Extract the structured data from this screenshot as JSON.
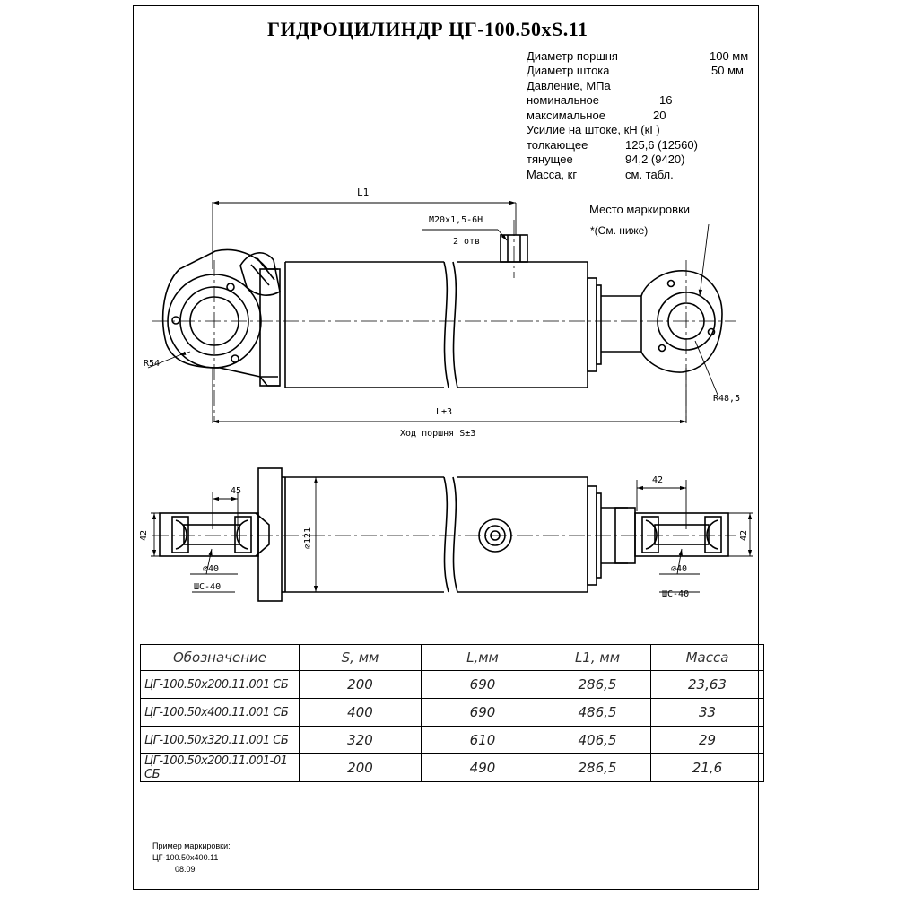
{
  "title": "ГИДРОЦИЛИНДР ЦГ-100.50xS.11",
  "specs": {
    "piston_label": "Диаметр поршня",
    "piston_value": "100 мм",
    "rod_label": "Диаметр штока",
    "rod_value": "50 мм",
    "pressure_label": "Давление, МПа",
    "nominal_label": "номинальное",
    "nominal_value": "16",
    "max_label": "максимальное",
    "max_value": "20",
    "force_label": "Усилие на штоке, кН (кГ)",
    "push_label": "толкающее",
    "push_value": "125,6 (12560)",
    "pull_label": "тянущее",
    "pull_value": "94,2 (9420)",
    "mass_label": "Масса, кг",
    "mass_value": "см. табл."
  },
  "drawing": {
    "l1": "L1",
    "thread": "M20x1,5-6H",
    "holes": "2 отв",
    "marking_place": "Место маркировки",
    "marking_note": "*(См. ниже)",
    "r54": "R54",
    "r48": "R48,5",
    "l_tol": "L±3",
    "stroke": "Ход поршня S±3",
    "dim45": "45",
    "dim42_top": "42",
    "dim42_left": "42",
    "dim42_right": "42",
    "d121": "⌀121",
    "d40_left": "⌀40",
    "d40_right": "⌀40",
    "shs_left": "ШС-40",
    "shs_right": "ШС-40"
  },
  "table": {
    "headers": [
      "Обозначение",
      "S, мм",
      "L,мм",
      "L1, мм",
      "Масса"
    ],
    "rows": [
      [
        "ЦГ-100.50x200.11.001 СБ",
        "200",
        "690",
        "286,5",
        "23,63"
      ],
      [
        "ЦГ-100.50x400.11.001 СБ",
        "400",
        "690",
        "486,5",
        "33"
      ],
      [
        "ЦГ-100.50x320.11.001 СБ",
        "320",
        "610",
        "406,5",
        "29"
      ],
      [
        "ЦГ-100.50x200.11.001-01 СБ",
        "200",
        "490",
        "286,5",
        "21,6"
      ]
    ]
  },
  "example": {
    "label": "Пример маркировки:",
    "line1": "ЦГ-100.50x400.11",
    "line2": "08.09"
  }
}
